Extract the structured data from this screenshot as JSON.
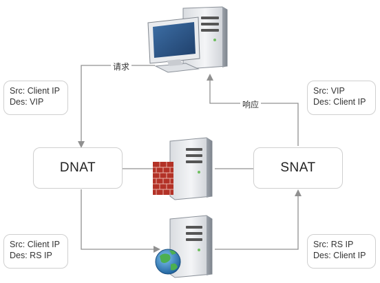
{
  "boxes": {
    "top_left": {
      "line1": "Src: Client IP",
      "line2": "Des: VIP"
    },
    "top_right": {
      "line1": "Src: VIP",
      "line2": "Des: Client IP"
    },
    "bottom_left": {
      "line1": "Src: Client IP",
      "line2": "Des: RS IP"
    },
    "bottom_right": {
      "line1": "Src: RS IP",
      "line2": "Des: Client IP"
    }
  },
  "nodes": {
    "dnat": "DNAT",
    "snat": "SNAT"
  },
  "edge_labels": {
    "request": "请求",
    "response": "响应"
  },
  "icons": {
    "client": "desktop-computer-icon",
    "gateway": "server-firewall-icon",
    "real_server": "server-globe-icon"
  },
  "colors": {
    "line": "#909090",
    "box_border": "#cfcfcf",
    "brick": "#c0392b",
    "globe": "#2c7bb6"
  }
}
